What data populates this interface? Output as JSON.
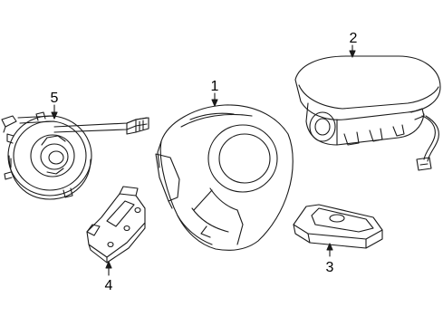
{
  "diagram": {
    "callouts": [
      {
        "id": "1",
        "label": "1"
      },
      {
        "id": "2",
        "label": "2"
      },
      {
        "id": "3",
        "label": "3"
      },
      {
        "id": "4",
        "label": "4"
      },
      {
        "id": "5",
        "label": "5"
      }
    ],
    "parts": [
      {
        "callout": "1",
        "icon": "steering-wheel-airbag-module-icon"
      },
      {
        "callout": "2",
        "icon": "passenger-airbag-module-icon"
      },
      {
        "callout": "3",
        "icon": "impact-sensor-icon"
      },
      {
        "callout": "4",
        "icon": "mounting-bracket-icon"
      },
      {
        "callout": "5",
        "icon": "clockspring-icon"
      }
    ],
    "colors": {
      "line": "#1a1a1a",
      "background": "#ffffff"
    }
  }
}
